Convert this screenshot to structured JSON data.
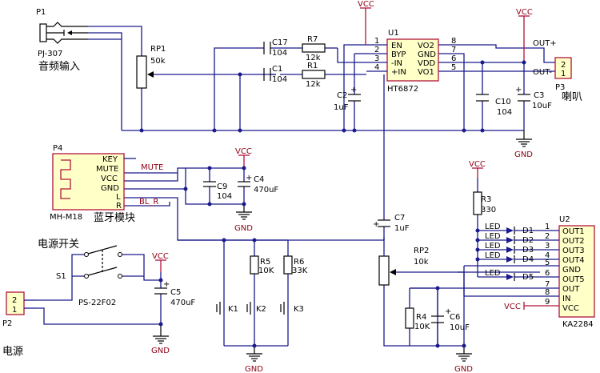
{
  "power": {
    "vcc": "VCC",
    "gnd": "GND"
  },
  "p1": {
    "ref": "P1",
    "part": "PJ-307",
    "title": "音频输入"
  },
  "rp1": {
    "ref": "RP1",
    "value": "50k"
  },
  "c17": {
    "ref": "C17",
    "value": "104"
  },
  "c1": {
    "ref": "C1",
    "value": "104"
  },
  "r7": {
    "ref": "R7",
    "value": "12k"
  },
  "r1": {
    "ref": "R1",
    "value": "12k"
  },
  "c2": {
    "ref": "C2",
    "value": "1uF"
  },
  "c10": {
    "ref": "C10",
    "value": "104"
  },
  "c3": {
    "ref": "C3",
    "value": "10uF"
  },
  "u1": {
    "ref": "U1",
    "part": "HT6872",
    "left_pins": [
      {
        "num": "1",
        "name": "EN"
      },
      {
        "num": "2",
        "name": "BYP"
      },
      {
        "num": "3",
        "name": "-IN"
      },
      {
        "num": "4",
        "name": "+IN"
      }
    ],
    "right_pins": [
      {
        "num": "8",
        "name": "VO2"
      },
      {
        "num": "7",
        "name": "GND"
      },
      {
        "num": "6",
        "name": "VDD"
      },
      {
        "num": "5",
        "name": "VO1"
      }
    ]
  },
  "p3": {
    "ref": "P3",
    "title": "喇叭",
    "pin2": "2",
    "pin1": "1",
    "out_plus": "OUT+",
    "out_minus": "OUT-"
  },
  "p4": {
    "ref": "P4",
    "part": "MH-M18",
    "title": "蓝牙模块",
    "pins": [
      "KEY",
      "MUTE",
      "VCC",
      "GND",
      "L",
      "R"
    ],
    "net_mute": "MUTE",
    "net_bl": "BL_R"
  },
  "c9": {
    "ref": "C9",
    "value": "104"
  },
  "c4": {
    "ref": "C4",
    "value": "470uF"
  },
  "c7": {
    "ref": "C7",
    "value": "1uF"
  },
  "r3": {
    "ref": "R3",
    "value": "330"
  },
  "rp2": {
    "ref": "RP2",
    "value": "10k"
  },
  "r4": {
    "ref": "R4",
    "value": "10K"
  },
  "c6": {
    "ref": "C6",
    "value": "10uF"
  },
  "r5": {
    "ref": "R5",
    "value": "10K"
  },
  "r6": {
    "ref": "R6",
    "value": "33K"
  },
  "keys": [
    "K1",
    "K2",
    "K3"
  ],
  "s1": {
    "ref": "S1",
    "part": "PS-22F02",
    "title": "电源开关"
  },
  "c5": {
    "ref": "C5",
    "value": "470uF"
  },
  "p2": {
    "ref": "P2",
    "title": "电源",
    "pin2": "2",
    "pin1": "1"
  },
  "leds": [
    {
      "label": "LED",
      "ref": "D1"
    },
    {
      "label": "LED",
      "ref": "D2"
    },
    {
      "label": "LED",
      "ref": "D3"
    },
    {
      "label": "LED",
      "ref": "D4"
    },
    {
      "label": "LED",
      "ref": "D5"
    }
  ],
  "u2": {
    "ref": "U2",
    "part": "KA2284",
    "pins": [
      {
        "num": "1",
        "name": "OUT1"
      },
      {
        "num": "2",
        "name": "OUT2"
      },
      {
        "num": "3",
        "name": "OUT3"
      },
      {
        "num": "4",
        "name": "OUT4"
      },
      {
        "num": "5",
        "name": "GND"
      },
      {
        "num": "6",
        "name": "OUT5"
      },
      {
        "num": "7",
        "name": "OUT"
      },
      {
        "num": "8",
        "name": "IN"
      },
      {
        "num": "9",
        "name": "VCC"
      }
    ],
    "vcc_in": "VCC"
  }
}
